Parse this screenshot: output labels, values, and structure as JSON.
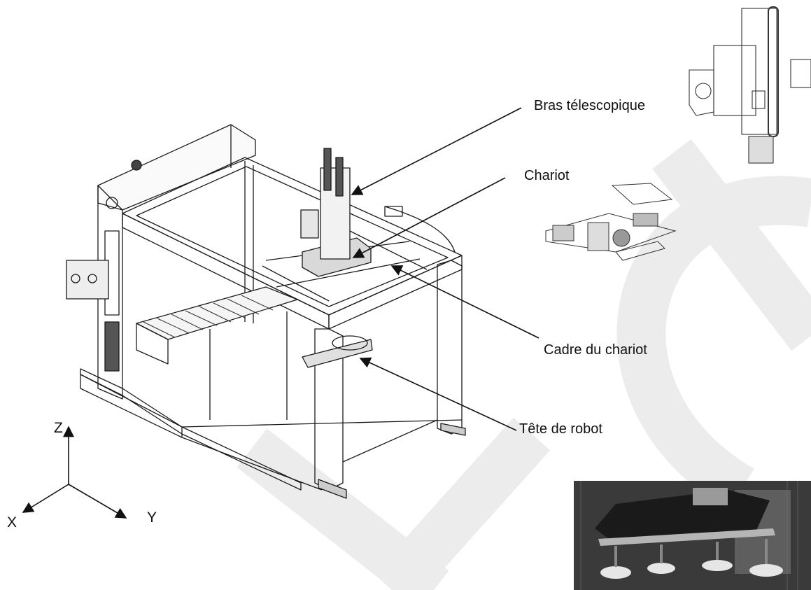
{
  "labels": {
    "telescopic_arm": "Bras télescopique",
    "carriage": "Chariot",
    "carriage_frame": "Cadre du chariot",
    "robot_head": "Tête de robot"
  },
  "axes": {
    "z": "Z",
    "x": "X",
    "y": "Y"
  },
  "colors": {
    "line": "#1a1a1a",
    "watermark": "#e9e9e9",
    "photo_dark": "#2a2a2a"
  }
}
